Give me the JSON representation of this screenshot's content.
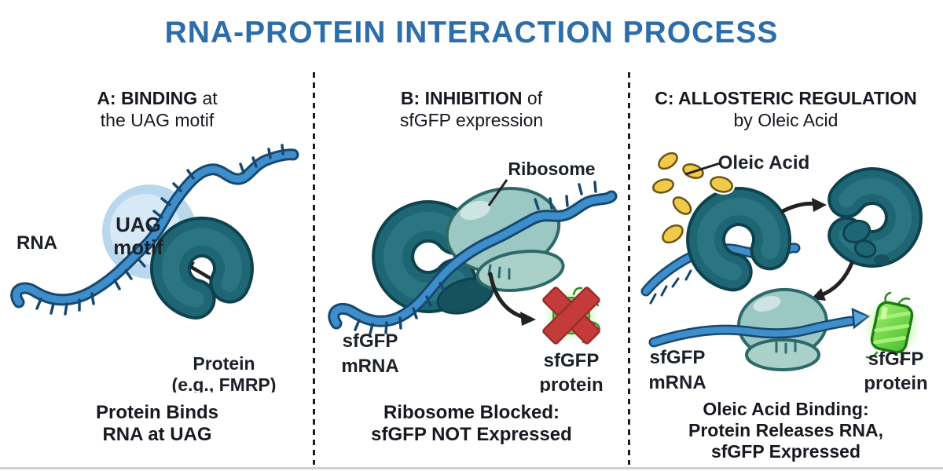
{
  "title": "RNA-PROTEIN INTERACTION PROCESS",
  "palette": {
    "title_blue": "#2d6da9",
    "text_dark": "#16191f",
    "rna_blue": "#3e8ecc",
    "rna_outline": "#17486f",
    "uag_highlight_outer": "#b9d8ee",
    "uag_highlight_inner": "#d7e9f7",
    "protein_teal": "#1f6674",
    "protein_outline": "#0e424e",
    "ribosome_teal": "#9cc8c4",
    "ribosome_outline": "#2e6868",
    "oleic_yellow": "#f2ca4a",
    "gfp_green": "#55c93a",
    "blocked_red": "#c43b3b",
    "arrow_black": "#222222",
    "mrna_arrow_blue": "#57a7dc"
  },
  "panels": [
    {
      "heading_bold": "A: BINDING",
      "heading_rest": " at",
      "heading_line2": "the UAG motif",
      "labels": {
        "rna": "RNA",
        "uag_line1": "UAG",
        "uag_line2": "motif",
        "protein_line1": "Protein",
        "protein_line2": "(e.g., FMRP)"
      },
      "caption_line1": "Protein Binds",
      "caption_line2": "RNA at UAG"
    },
    {
      "heading_bold": "B: INHIBITION",
      "heading_rest": " of",
      "heading_line2": "sfGFP expression",
      "labels": {
        "ribosome": "Ribosome",
        "mrna_line1": "sfGFP",
        "mrna_line2": "mRNA",
        "protein_line1": "sfGFP",
        "protein_line2": "protein"
      },
      "caption_line1": "Ribosome Blocked:",
      "caption_line2": "sfGFP NOT Expressed"
    },
    {
      "heading_bold": "C: ALLOSTERIC REGULATION",
      "heading_rest": "",
      "heading_line2": "by Oleic Acid",
      "labels": {
        "oleic": "Oleic Acid",
        "mrna_line1": "sfGFP",
        "mrna_line2": "mRNA",
        "protein_line1": "sfGFP",
        "protein_line2": "protein"
      },
      "caption_line1": "Oleic Acid Binding:",
      "caption_line2": "Protein Releases RNA,",
      "caption_line3": "sfGFP Expressed"
    }
  ]
}
